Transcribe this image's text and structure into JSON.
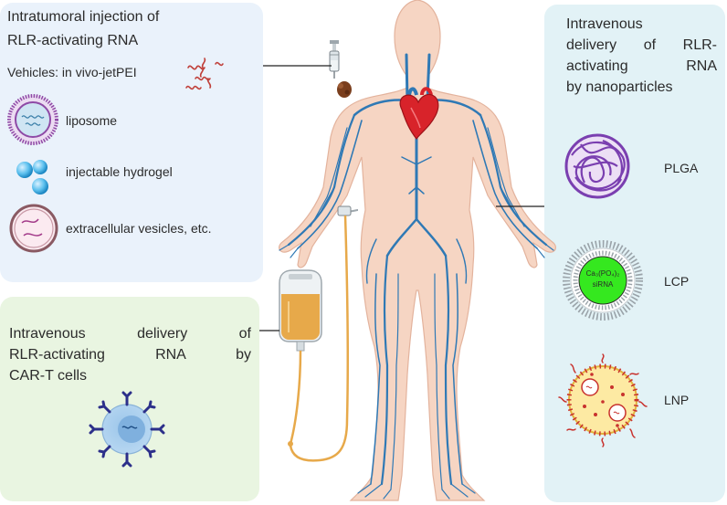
{
  "intratumoral": {
    "title_line1": "Intratumoral injection of",
    "title_line2": "RLR-activating RNA",
    "vehicles": "Vehicles: in vivo-jetPEI",
    "items": [
      "liposome",
      "injectable hydrogel",
      "extracellular vesicles, etc."
    ]
  },
  "cart": {
    "line1": "Intravenous delivery of",
    "line2": "RLR-activating RNA by",
    "line3": "CAR-T cells"
  },
  "nano": {
    "line1": "Intravenous",
    "line2": "delivery of RLR-",
    "line3": "activating RNA",
    "line4": "by nanoparticles",
    "plga": "PLGA",
    "lcp": "LCP",
    "lcp_core_1": "Ca₃(PO₄)₂",
    "lcp_core_2": "siRNA",
    "lnp": "LNP"
  },
  "colors": {
    "vein": "#2f79b5",
    "skin": "#f6d5c3",
    "heart": "#d8232a",
    "plga": "#7a3fb0",
    "lcp_core": "#35e81f",
    "iv_fluid": "#e7a94a"
  }
}
